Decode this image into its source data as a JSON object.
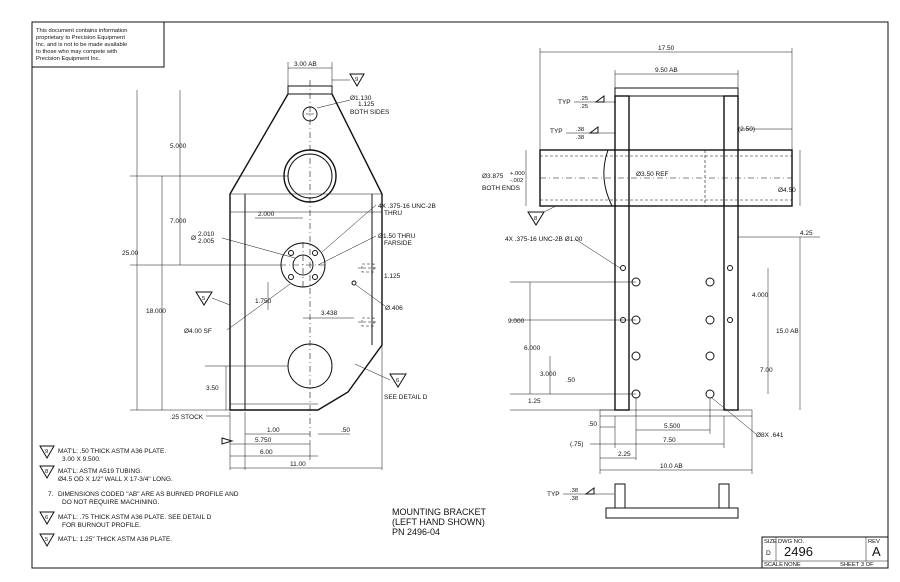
{
  "proprietary_notice": [
    "This document contains information",
    "proprietary to Precision Equipment",
    "Inc. and is not to be made available",
    "to those who may compete with",
    "Precision Equipment Inc."
  ],
  "left_view": {
    "dims": {
      "top_width": "3.00 AB",
      "hole_dia_a": "Ø1.130",
      "hole_dia_b": "1.125",
      "both_sides": "BOTH SIDES",
      "d5000": "5.000",
      "d7000": "7.000",
      "d25": "25.00",
      "d18000": "18.000",
      "d2000": "2.000",
      "d2010": "2.010",
      "d2005": "2.005",
      "dia_prefix": "Ø",
      "d1750": "1.750",
      "d3438": "3.438",
      "d1125": "1.125",
      "d406": "Ø.406",
      "d4sf": "Ø4.00 SF",
      "d350": "3.50",
      "stock": ".25 STOCK",
      "d100": "1.00",
      "d50": ".50",
      "d5750": "5.750",
      "d600": "6.00",
      "d1100": "11.00",
      "thread": "4X .375-16 UNC-2B",
      "thru": "THRU",
      "d150": "Ø1.50 THRU",
      "farside": "FARSIDE",
      "see_detail": "SEE DETAIL D"
    },
    "flags": {
      "f9": "9",
      "f5": "5",
      "f6": "6"
    }
  },
  "right_view": {
    "dims": {
      "d1750": "17.50",
      "d950": "9.50 AB",
      "typ1": "TYP",
      "frac1_top": ".25",
      "frac1_bot": ".25",
      "typ2": "TYP",
      "frac2_top": ".38",
      "frac2_bot": ".38",
      "d250": "(2.50)",
      "d3875": "Ø3.875",
      "tol_plus": "+.000",
      "tol_minus": "-.002",
      "both_ends": "BOTH ENDS",
      "d350ref": "Ø3.50 REF",
      "d450": "Ø4.50",
      "thread": "4X .375-16 UNC-2B Ø1.00",
      "d425": "4.25",
      "d4000": "4.000",
      "d9000": "9.000",
      "d150ab": "15.0 AB",
      "d6000": "6.000",
      "d700": "7.00",
      "d3000": "3.000",
      "d50": ".50",
      "d125": "1.25",
      "d5500": "5.500",
      "d50b": ".50",
      "d75": "(.75)",
      "d750": "7.50",
      "d8x": "Ø8X .641",
      "d225": "2.25",
      "d100ab": "10.0 AB",
      "typ3": "TYP",
      "frac3_top": ".38",
      "frac3_bot": ".38"
    },
    "flags": {
      "f8": "8"
    }
  },
  "notes": [
    {
      "flag": "9",
      "text": [
        "MAT'L: .50 THICK ASTM A36 PLATE.",
        "3.00 X 9.500."
      ]
    },
    {
      "flag": "8",
      "text": [
        "MAT'L: ASTM A519 TUBING.",
        "Ø4.5 OD X 1/2\" WALL X 17-3/4\" LONG."
      ]
    },
    {
      "flag": "7.",
      "text": [
        "DIMENSIONS CODED \"AB\" ARE AS BURNED PROFILE AND",
        "DO NOT REQUIRE MACHINING."
      ]
    },
    {
      "flag": "6",
      "text": [
        "MAT'L: .75 THICK ASTM A36 PLATE.  SEE DETAIL D",
        "FOR BURNOUT PROFILE."
      ]
    },
    {
      "flag": "5",
      "text": [
        "MAT'L: 1.25\" THICK ASTM A36 PLATE."
      ]
    }
  ],
  "title_block": {
    "title_line1": "MOUNTING BRACKET",
    "title_line2": "(LEFT HAND SHOWN)",
    "part_no": "PN  2496-04",
    "size_label": "SIZE",
    "size": "D",
    "dwg_no_label": "DWG NO.",
    "dwg_no": "2496",
    "rev_label": "REV",
    "rev": "A",
    "scale_label": "SCALE",
    "scale": "NONE",
    "sheet": "SHEET 3  OF"
  }
}
